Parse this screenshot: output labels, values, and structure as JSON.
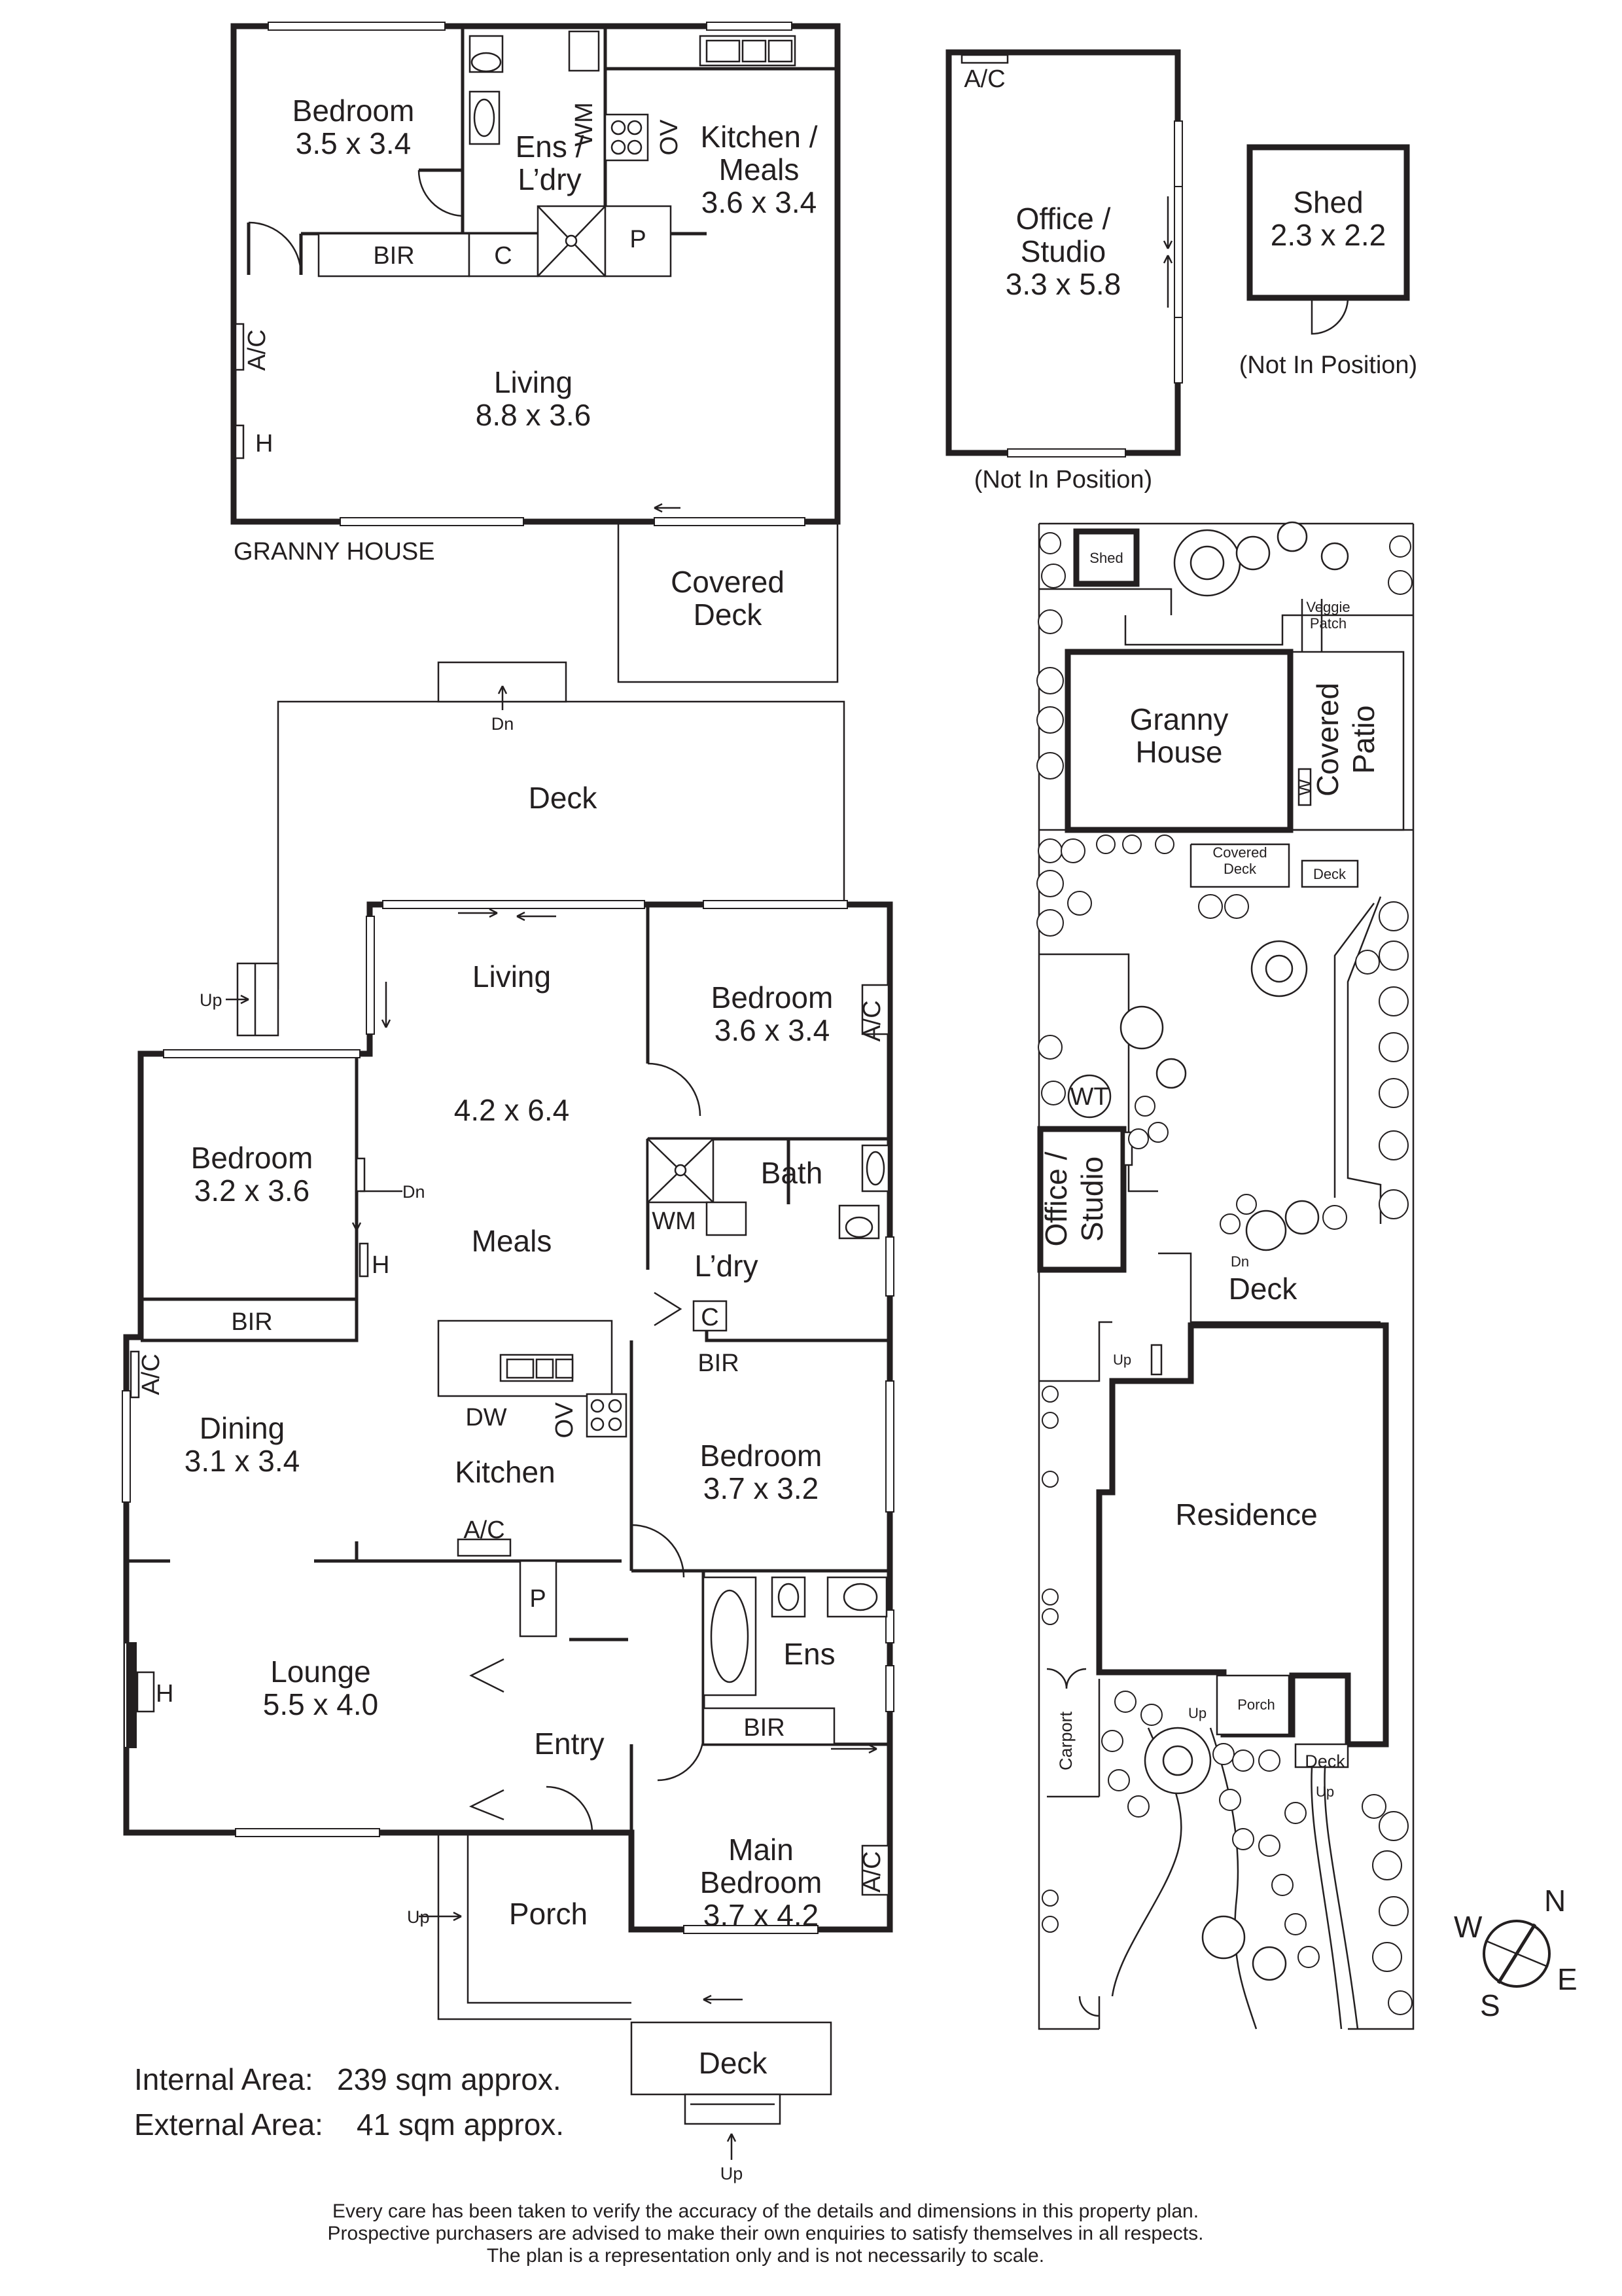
{
  "granny_house": {
    "title": "GRANNY HOUSE",
    "bedroom_name": "Bedroom",
    "bedroom_dim": "3.5 x 3.4",
    "ens_line1": "Ens /",
    "ens_line2": "L’dry",
    "kitchen_line1": "Kitchen /",
    "kitchen_line2": "Meals",
    "kitchen_dim": "3.6 x 3.4",
    "living_name": "Living",
    "living_dim": "8.8 x 3.6",
    "bir": "BIR",
    "c": "C",
    "p": "P",
    "wm": "WM",
    "ov": "OV",
    "ac": "A/C",
    "h": "H"
  },
  "covered_deck": {
    "line1": "Covered",
    "line2": "Deck"
  },
  "office": {
    "line1": "Office /",
    "line2": "Studio",
    "dim": "3.3 x 5.8",
    "ac": "A/C",
    "note": "(Not In Position)"
  },
  "shed": {
    "name": "Shed",
    "dim": "2.3 x 2.2",
    "note": "(Not In Position)"
  },
  "main_house": {
    "deck_top": "Deck",
    "dn": "Dn",
    "up": "Up",
    "living_name": "Living",
    "living_dim": "4.2 x 6.4",
    "meals": "Meals",
    "bed_ne_name": "Bedroom",
    "bed_ne_dim": "3.6 x 3.4",
    "bed_w_name": "Bedroom",
    "bed_w_dim": "3.2 x 3.6",
    "bath": "Bath",
    "ldry": "L’dry",
    "wm": "WM",
    "c": "C",
    "bir": "BIR",
    "dining_name": "Dining",
    "dining_dim": "3.1 x 3.4",
    "kitchen": "Kitchen",
    "dw": "DW",
    "ov": "OV",
    "ac": "A/C",
    "p": "P",
    "h": "H",
    "bed_e_name": "Bedroom",
    "bed_e_dim": "3.7 x 3.2",
    "lounge_name": "Lounge",
    "lounge_dim": "5.5 x 4.0",
    "ens": "Ens",
    "entry": "Entry",
    "porch": "Porch",
    "main_bed_line1": "Main",
    "main_bed_line2": "Bedroom",
    "main_bed_dim": "3.7 x 4.2",
    "deck_bottom": "Deck"
  },
  "areas": {
    "internal_label": "Internal Area:",
    "internal_value": "239 sqm approx.",
    "external_label": "External Area:",
    "external_value": "41 sqm approx."
  },
  "site_plan": {
    "shed": "Shed",
    "veggie1": "Veggie",
    "veggie2": "Patch",
    "granny1": "Granny",
    "granny2": "House",
    "patio1": "Covered",
    "patio2": "Patio",
    "cdeck1": "Covered",
    "cdeck2": "Deck",
    "deck": "Deck",
    "wt": "WT",
    "office1": "Office /",
    "office2": "Studio",
    "dn": "Dn",
    "up": "Up",
    "residence": "Residence",
    "carport": "Carport",
    "porch": "Porch",
    "w": "W"
  },
  "compass": {
    "n": "N",
    "e": "E",
    "s": "S",
    "w": "W"
  },
  "disclaimer": {
    "line1": "Every care has been taken to verify the accuracy of the details and dimensions in this property plan.",
    "line2": "Prospective purchasers are advised to make their own enquiries to satisfy themselves in all respects.",
    "line3": "The plan is a representation only and is not necessarily to scale."
  }
}
